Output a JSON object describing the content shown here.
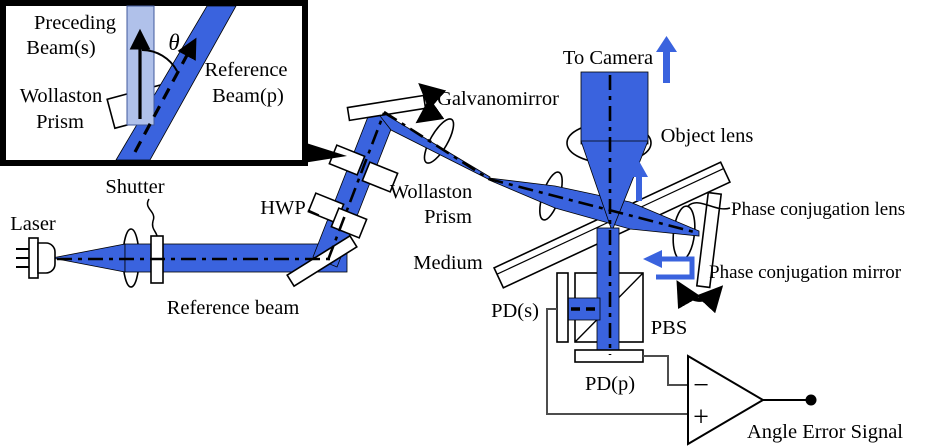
{
  "colors": {
    "beam_blue": "#3a63de",
    "light_blue": "#b0c1ea",
    "wire": "#4d4d4d",
    "background": "#ffffff"
  },
  "inset": {
    "preceding_beam_lines": [
      "Preceding",
      "Beam(s)"
    ],
    "wollaston_prism_lines": [
      "Wollaston",
      "Prism"
    ],
    "reference_beam_lines": [
      "Reference",
      "Beam(p)"
    ],
    "angle_symbol": "θ"
  },
  "main": {
    "laser_label": "Laser",
    "shutter_label": "Shutter",
    "reference_beam_label": "Reference beam",
    "hwp_label": "HWP",
    "wollaston_prism_lines": [
      "Wollaston",
      "Prism"
    ],
    "galvanomirror_label": "Galvanomirror",
    "to_camera_label": "To Camera",
    "object_lens_label": "Object lens",
    "medium_label": "Medium",
    "phase_conjugation_lens_label": "Phase conjugation lens",
    "phase_conjugation_mirror_label": "Phase conjugation mirror",
    "pd_s_label": "PD(s)",
    "pbs_label": "PBS",
    "pd_p_label": "PD(p)",
    "op_amp_minus": "−",
    "op_amp_plus": "+",
    "angle_error_signal_label": "Angle Error Signal"
  }
}
